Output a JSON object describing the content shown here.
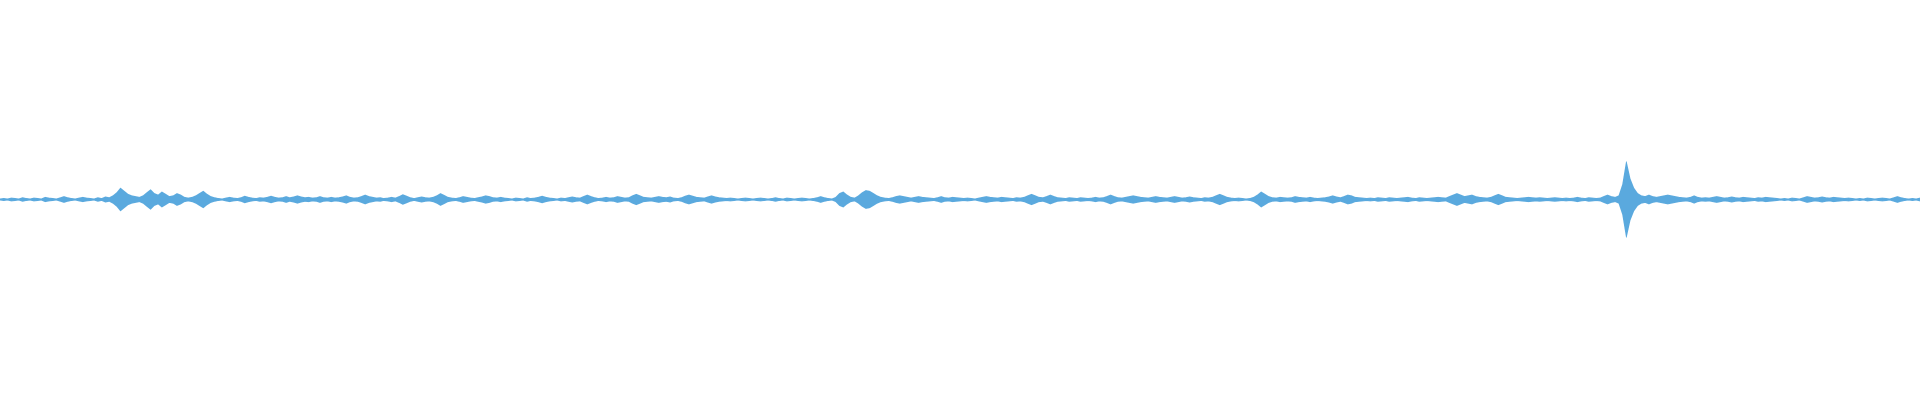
{
  "waveform": {
    "color": "#5aa9de",
    "background": "#ffffff",
    "envelope": [
      0.02,
      0.03,
      0.02,
      0.04,
      0.03,
      0.02,
      0.05,
      0.03,
      0.02,
      0.04,
      0.03,
      0.02,
      0.06,
      0.04,
      0.03,
      0.02,
      0.05,
      0.08,
      0.05,
      0.03,
      0.02,
      0.04,
      0.06,
      0.04,
      0.03,
      0.02,
      0.05,
      0.03,
      0.07,
      0.05,
      0.1,
      0.18,
      0.3,
      0.22,
      0.14,
      0.1,
      0.08,
      0.06,
      0.1,
      0.18,
      0.26,
      0.16,
      0.12,
      0.2,
      0.14,
      0.08,
      0.1,
      0.16,
      0.12,
      0.06,
      0.04,
      0.06,
      0.1,
      0.16,
      0.22,
      0.14,
      0.08,
      0.05,
      0.03,
      0.02,
      0.04,
      0.06,
      0.04,
      0.03,
      0.05,
      0.09,
      0.06,
      0.04,
      0.03,
      0.05,
      0.04,
      0.06,
      0.09,
      0.06,
      0.04,
      0.05,
      0.08,
      0.05,
      0.07,
      0.1,
      0.07,
      0.05,
      0.06,
      0.04,
      0.05,
      0.08,
      0.05,
      0.04,
      0.06,
      0.04,
      0.05,
      0.07,
      0.1,
      0.06,
      0.04,
      0.05,
      0.08,
      0.12,
      0.08,
      0.06,
      0.04,
      0.05,
      0.03,
      0.04,
      0.06,
      0.04,
      0.08,
      0.13,
      0.09,
      0.05,
      0.03,
      0.05,
      0.07,
      0.05,
      0.04,
      0.06,
      0.1,
      0.16,
      0.11,
      0.06,
      0.04,
      0.03,
      0.05,
      0.08,
      0.06,
      0.04,
      0.03,
      0.05,
      0.07,
      0.1,
      0.08,
      0.05,
      0.04,
      0.06,
      0.04,
      0.03,
      0.02,
      0.04,
      0.03,
      0.02,
      0.05,
      0.03,
      0.04,
      0.06,
      0.09,
      0.06,
      0.04,
      0.03,
      0.02,
      0.04,
      0.03,
      0.05,
      0.07,
      0.05,
      0.04,
      0.08,
      0.12,
      0.08,
      0.05,
      0.03,
      0.04,
      0.06,
      0.04,
      0.05,
      0.08,
      0.06,
      0.04,
      0.05,
      0.1,
      0.14,
      0.1,
      0.06,
      0.05,
      0.04,
      0.06,
      0.08,
      0.06,
      0.05,
      0.07,
      0.04,
      0.03,
      0.05,
      0.09,
      0.12,
      0.09,
      0.06,
      0.05,
      0.04,
      0.07,
      0.1,
      0.07,
      0.05,
      0.04,
      0.03,
      0.04,
      0.03,
      0.02,
      0.03,
      0.04,
      0.03,
      0.02,
      0.03,
      0.04,
      0.03,
      0.02,
      0.03,
      0.05,
      0.03,
      0.02,
      0.04,
      0.03,
      0.02,
      0.03,
      0.04,
      0.03,
      0.02,
      0.03,
      0.05,
      0.08,
      0.05,
      0.03,
      0.02,
      0.06,
      0.16,
      0.2,
      0.12,
      0.06,
      0.04,
      0.1,
      0.18,
      0.24,
      0.22,
      0.16,
      0.1,
      0.06,
      0.04,
      0.03,
      0.05,
      0.08,
      0.1,
      0.08,
      0.06,
      0.04,
      0.06,
      0.08,
      0.06,
      0.05,
      0.04,
      0.03,
      0.05,
      0.08,
      0.05,
      0.04,
      0.06,
      0.05,
      0.04,
      0.03,
      0.04,
      0.03,
      0.02,
      0.04,
      0.06,
      0.08,
      0.06,
      0.05,
      0.04,
      0.06,
      0.05,
      0.04,
      0.03,
      0.05,
      0.04,
      0.06,
      0.1,
      0.14,
      0.1,
      0.06,
      0.05,
      0.08,
      0.12,
      0.08,
      0.05,
      0.04,
      0.03,
      0.05,
      0.04,
      0.03,
      0.05,
      0.04,
      0.03,
      0.04,
      0.06,
      0.04,
      0.05,
      0.08,
      0.12,
      0.08,
      0.05,
      0.04,
      0.06,
      0.08,
      0.1,
      0.08,
      0.06,
      0.05,
      0.04,
      0.06,
      0.08,
      0.06,
      0.05,
      0.04,
      0.06,
      0.08,
      0.06,
      0.04,
      0.05,
      0.07,
      0.05,
      0.04,
      0.03,
      0.05,
      0.04,
      0.06,
      0.1,
      0.14,
      0.1,
      0.06,
      0.04,
      0.03,
      0.04,
      0.03,
      0.02,
      0.03,
      0.06,
      0.12,
      0.2,
      0.14,
      0.08,
      0.05,
      0.04,
      0.06,
      0.05,
      0.04,
      0.05,
      0.08,
      0.06,
      0.05,
      0.04,
      0.06,
      0.04,
      0.03,
      0.04,
      0.05,
      0.07,
      0.1,
      0.07,
      0.05,
      0.08,
      0.12,
      0.1,
      0.06,
      0.05,
      0.04,
      0.03,
      0.04,
      0.03,
      0.05,
      0.04,
      0.03,
      0.05,
      0.04,
      0.03,
      0.04,
      0.05,
      0.06,
      0.04,
      0.03,
      0.05,
      0.04,
      0.03,
      0.04,
      0.05,
      0.06,
      0.05,
      0.04,
      0.08,
      0.12,
      0.16,
      0.12,
      0.08,
      0.1,
      0.12,
      0.08,
      0.06,
      0.05,
      0.04,
      0.06,
      0.1,
      0.14,
      0.1,
      0.06,
      0.05,
      0.04,
      0.03,
      0.04,
      0.05,
      0.06,
      0.05,
      0.04,
      0.05,
      0.04,
      0.03,
      0.04,
      0.05,
      0.04,
      0.03,
      0.04,
      0.03,
      0.04,
      0.06,
      0.04,
      0.03,
      0.05,
      0.04,
      0.03,
      0.04,
      0.08,
      0.12,
      0.08,
      0.06,
      0.1,
      0.4,
      1.0,
      0.55,
      0.3,
      0.16,
      0.1,
      0.08,
      0.12,
      0.08,
      0.06,
      0.08,
      0.1,
      0.12,
      0.1,
      0.08,
      0.06,
      0.05,
      0.04,
      0.06,
      0.1,
      0.06,
      0.04,
      0.05,
      0.04,
      0.06,
      0.08,
      0.06,
      0.04,
      0.05,
      0.07,
      0.05,
      0.04,
      0.06,
      0.05,
      0.04,
      0.03,
      0.05,
      0.04,
      0.06,
      0.05,
      0.04,
      0.03,
      0.02,
      0.03,
      0.02,
      0.04,
      0.03,
      0.02,
      0.05,
      0.08,
      0.06,
      0.04,
      0.05,
      0.07,
      0.05,
      0.04,
      0.06,
      0.05,
      0.04,
      0.03,
      0.04,
      0.03,
      0.02,
      0.03,
      0.02,
      0.04,
      0.03,
      0.02,
      0.03,
      0.04,
      0.03,
      0.02,
      0.05,
      0.08,
      0.05,
      0.03,
      0.02,
      0.03,
      0.02,
      0.04
    ]
  }
}
